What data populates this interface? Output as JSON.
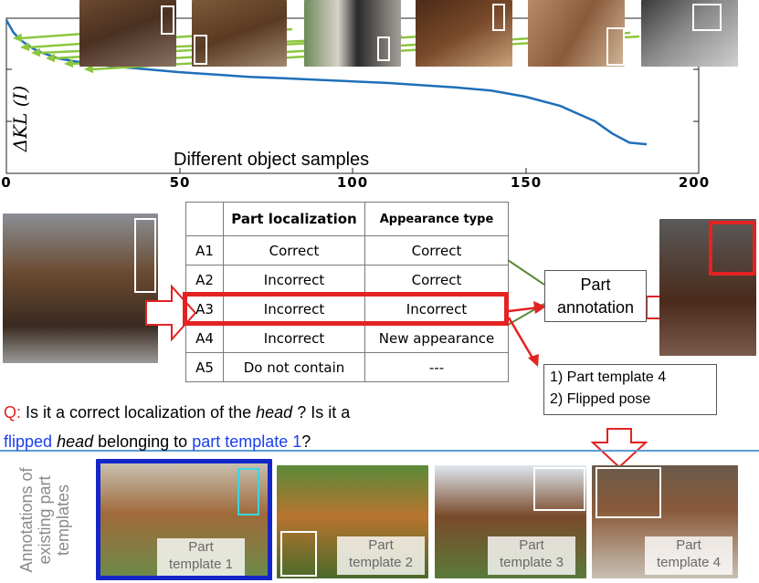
{
  "chart_data": {
    "type": "line",
    "title": "",
    "xlabel": "Different object samples",
    "ylabel": "ΔKL (I)",
    "xlim": [
      0,
      200
    ],
    "x_ticks": [
      "0",
      "50",
      "100",
      "150",
      "200"
    ],
    "series": [
      {
        "x": [
          0,
          2,
          4,
          6,
          8,
          10,
          15,
          20,
          30,
          40,
          50,
          60,
          70,
          80,
          90,
          100,
          110,
          120,
          130,
          140,
          150,
          160,
          170,
          175,
          180,
          185
        ],
        "values": [
          1.0,
          0.92,
          0.87,
          0.84,
          0.81,
          0.79,
          0.75,
          0.73,
          0.7,
          0.68,
          0.66,
          0.645,
          0.63,
          0.62,
          0.61,
          0.6,
          0.59,
          0.575,
          0.56,
          0.54,
          0.5,
          0.44,
          0.34,
          0.26,
          0.2,
          0.19
        ]
      }
    ]
  },
  "table": {
    "headers": [
      "",
      "Part localization",
      "Appearance type"
    ],
    "rows": [
      [
        "A1",
        "Correct",
        "Correct"
      ],
      [
        "A2",
        "Incorrect",
        "Correct"
      ],
      [
        "A3",
        "Incorrect",
        "Incorrect"
      ],
      [
        "A4",
        "Incorrect",
        "New appearance"
      ],
      [
        "A5",
        "Do not contain",
        "---"
      ]
    ]
  },
  "part_annotation_box": [
    "Part",
    "annotation"
  ],
  "answer_box": [
    "1) Part template 4",
    "2) Flipped pose"
  ],
  "question": {
    "prefix": "Q:",
    "t1": " Is it a correct localization of the ",
    "head1": "head",
    "t2": " ? Is it a",
    "flipped": "flipped",
    "t3": " ",
    "head2": "head",
    "t4": " belonging to ",
    "tpl": "part template 1",
    "t5": "?"
  },
  "side_label": [
    "Annotations of",
    "existing part",
    "templates"
  ],
  "templates": [
    {
      "line1": "Part",
      "line2": "template 1"
    },
    {
      "line1": "Part",
      "line2": "template 2"
    },
    {
      "line1": "Part",
      "line2": "template 3"
    },
    {
      "line1": "Part",
      "line2": "template 4"
    }
  ],
  "colors": {
    "curve": "#1f6fb8",
    "arrow_green": "#8cc63f",
    "arrow_red": "#e32222",
    "question_red": "#e32222",
    "question_blue": "#1a3ff0",
    "separator": "#5b9bd5",
    "template1_border": "#1426c8"
  }
}
